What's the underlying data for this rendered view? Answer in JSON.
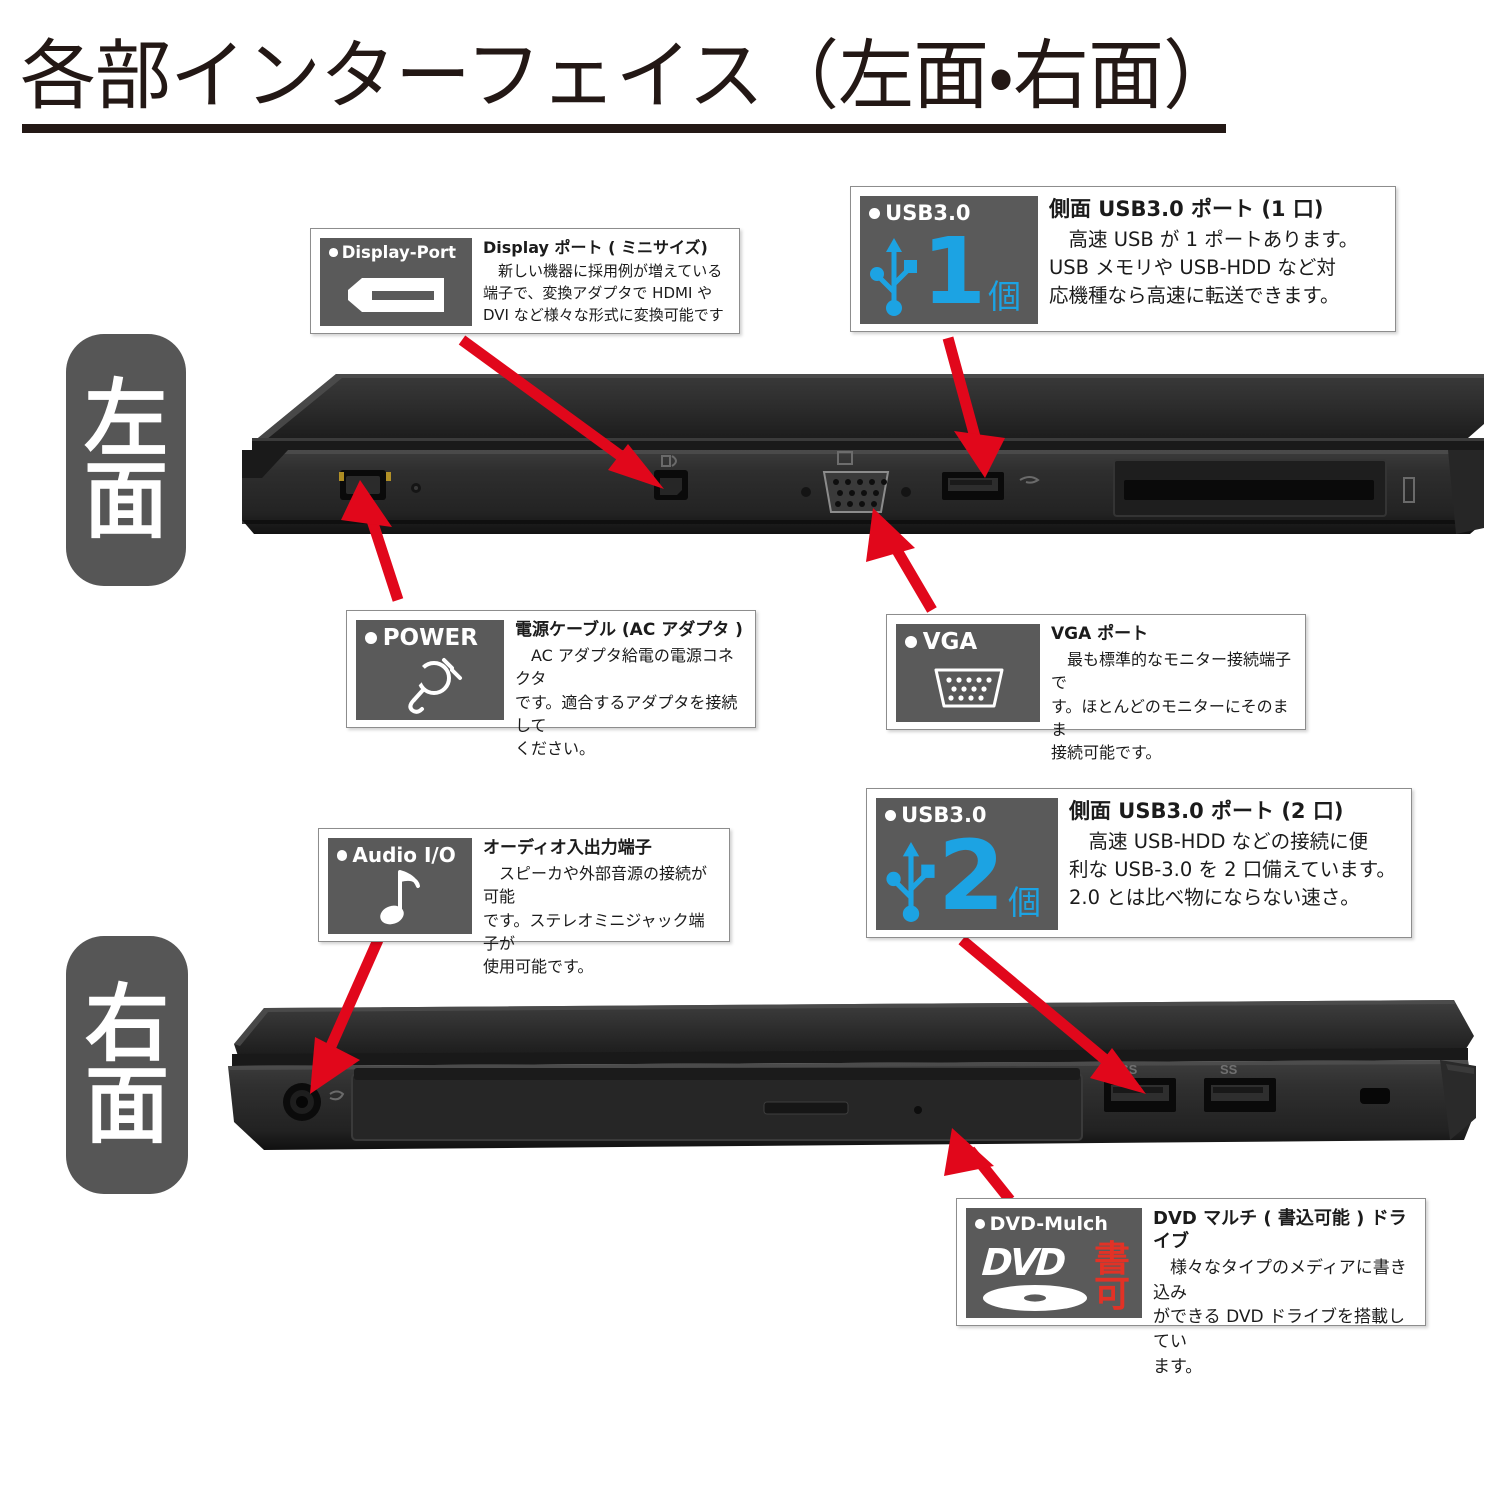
{
  "page": {
    "title": "各部インターフェイス（左面・右面）",
    "accent_red": "#e1071b",
    "badge_gray": "#5a5a5a",
    "side_badge_gray": "#565656",
    "usb_blue": "#1ca3e3",
    "dvd_red": "#e23226",
    "text_color": "#231815"
  },
  "sides": {
    "left": {
      "line1": "左",
      "line2": "面"
    },
    "right": {
      "line1": "右",
      "line2": "面"
    }
  },
  "callouts": {
    "display_port": {
      "badge_label": "Display-Port",
      "icon": "displayport-connector-icon",
      "heading": "Display ポート ( ミニサイズ)",
      "lines": [
        "新しい機器に採用例が増えている",
        "端子で、変換アダプタで HDMI や",
        "DVI など様々な形式に変換可能です"
      ]
    },
    "usb3_one": {
      "badge_label": "USB3.0",
      "icon": "usb-trident-icon",
      "count": "1",
      "count_unit": "個",
      "heading": "側面 USB3.0 ポート (1 口)",
      "lines": [
        "高速 USB が 1 ポートあります。",
        "USB メモリや USB-HDD など対",
        "応機種なら高速に転送できます。"
      ]
    },
    "power": {
      "badge_label": "POWER",
      "icon": "power-plug-icon",
      "heading": "電源ケーブル (AC アダプタ )",
      "lines": [
        "AC アダプタ給電の電源コネクタ",
        "です。適合するアダプタを接続して",
        "ください。"
      ]
    },
    "vga": {
      "badge_label": "VGA",
      "icon": "vga-connector-icon",
      "heading": "VGA ポート",
      "lines": [
        "最も標準的なモニター接続端子で",
        "す。ほとんどのモニターにそのまま",
        "接続可能です。"
      ]
    },
    "audio_io": {
      "badge_label": "Audio I/O",
      "icon": "music-note-icon",
      "heading": "オーディオ入出力端子",
      "lines": [
        "スピーカや外部音源の接続が可能",
        "です。ステレオミニジャック端子が",
        "使用可能です。"
      ]
    },
    "usb3_two": {
      "badge_label": "USB3.0",
      "icon": "usb-trident-icon",
      "count": "2",
      "count_unit": "個",
      "heading": "側面 USB3.0 ポート (2 口)",
      "lines": [
        "高速 USB-HDD などの接続に便",
        "利な USB-3.0 を 2 口備えています。",
        "2.0 とは比べ物にならない速さ。"
      ]
    },
    "dvd_multi": {
      "badge_label": "DVD-Mulch",
      "icon": "dvd-disc-icon",
      "icon_text": "DVD",
      "icon_stamp_line1": "書",
      "icon_stamp_line2": "可",
      "heading": "DVD マルチ ( 書込可能 ) ドライブ",
      "lines": [
        "様々なタイプのメディアに書き込み",
        "ができる DVD ドライブを搭載してい",
        "ます。"
      ]
    }
  }
}
